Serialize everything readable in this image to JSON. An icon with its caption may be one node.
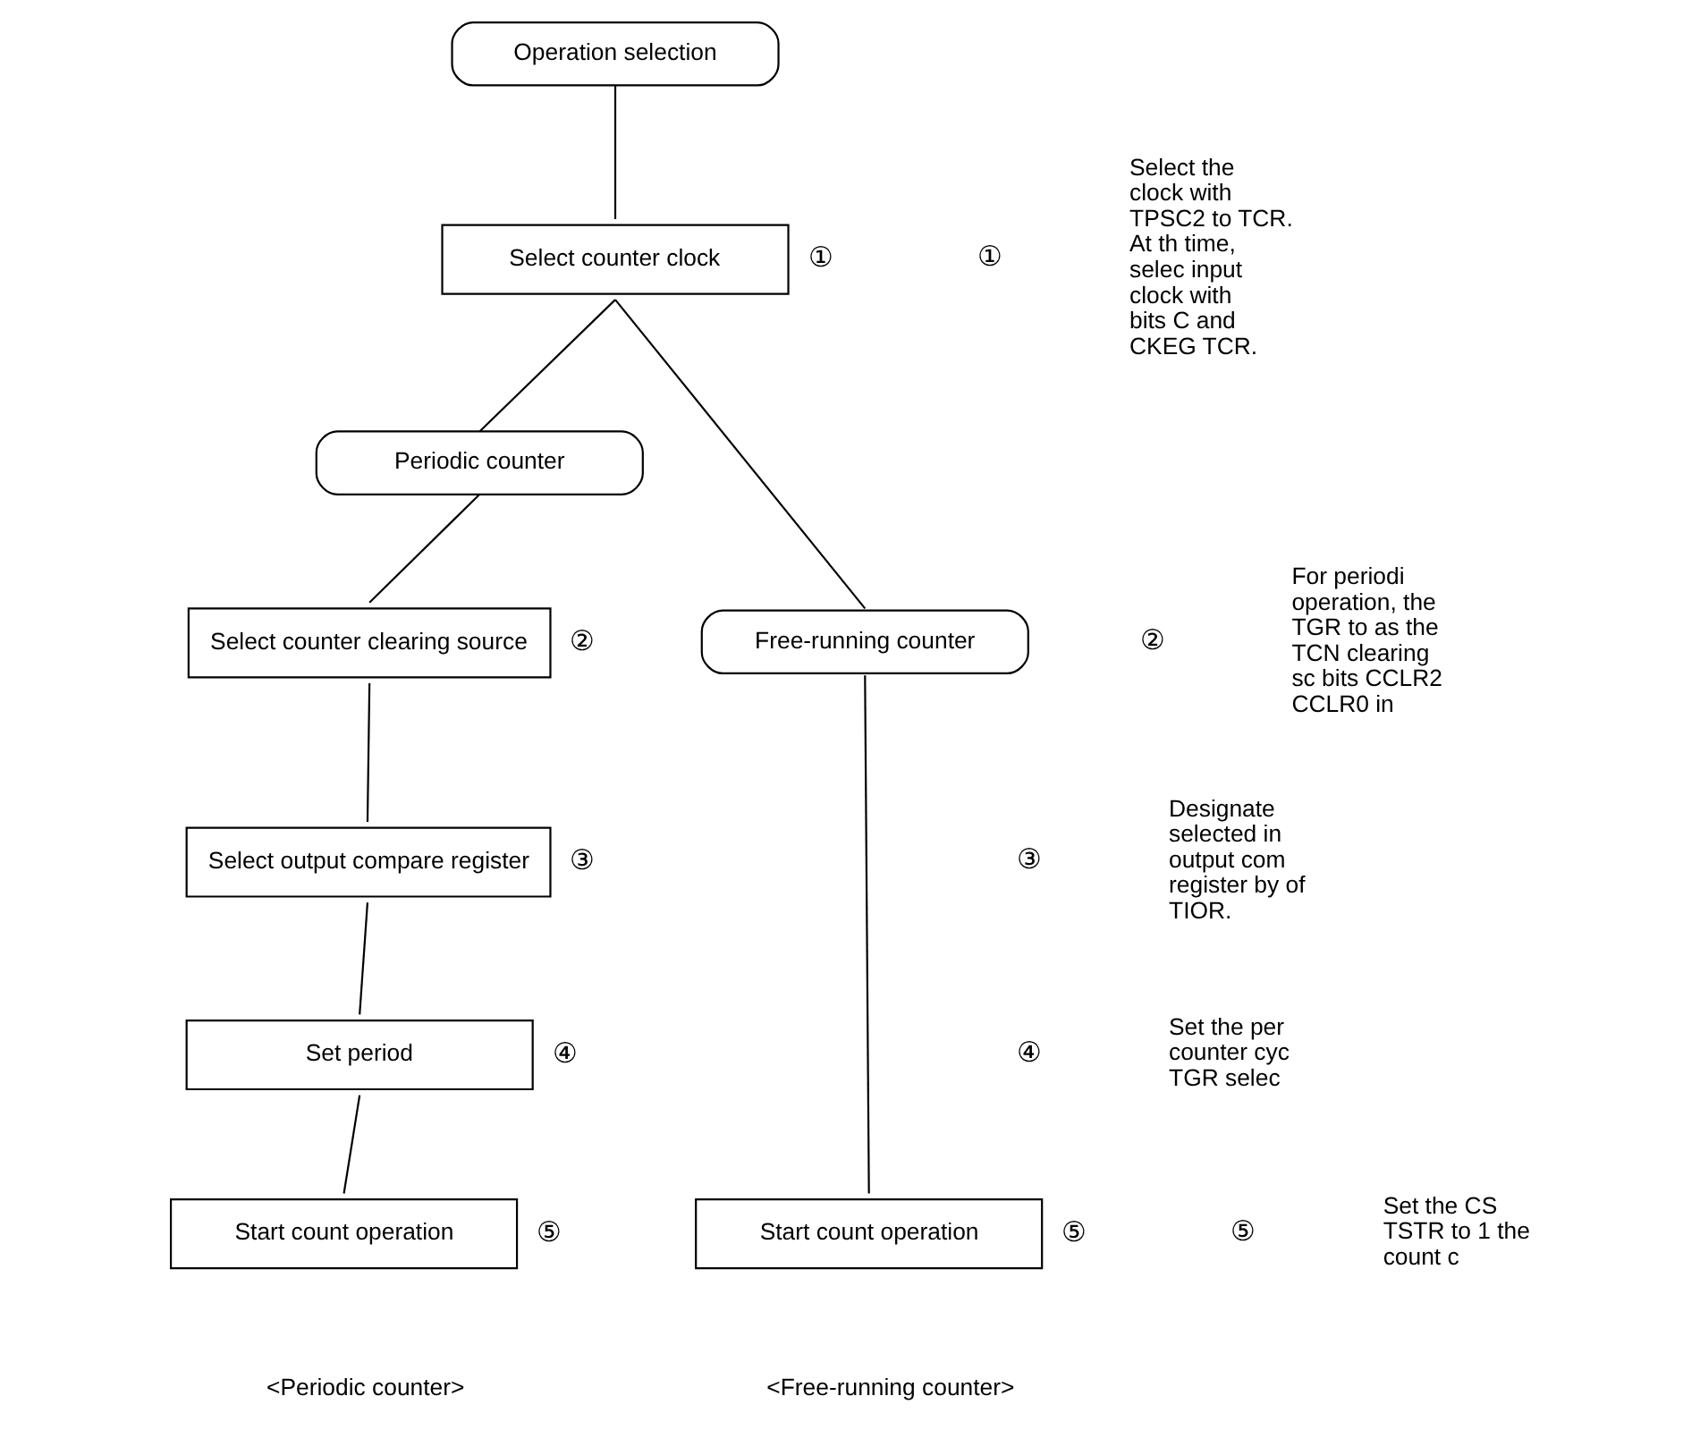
{
  "diagram": {
    "nodes": [
      {
        "text": [
          "Operation selection"
        ]
      },
      {
        "text": [
          "Select counter clock"
        ],
        "beside": [
          "①"
        ]
      },
      {
        "text": [
          "Periodic counter"
        ]
      },
      {
        "text": [
          "Free-running counter"
        ]
      },
      {
        "text": [
          "Select counter clearing source"
        ],
        "beside": [
          "②"
        ]
      },
      {
        "text": [
          "Select output compare register"
        ],
        "beside": [
          "③"
        ]
      },
      {
        "text": [
          "Set period"
        ],
        "beside": [
          "④"
        ]
      },
      {
        "text": [
          "Start count operation"
        ],
        "beside": [
          "⑤"
        ]
      },
      {
        "text": [
          "Start count operation"
        ],
        "beside": [
          "⑤"
        ]
      }
    ],
    "edges": [
      {
        "from": 0,
        "to": 1,
        "arrow": "none"
      },
      {
        "from": 1,
        "to": 2,
        "arrow": "none"
      },
      {
        "from": 1,
        "to": 3,
        "arrow": "none"
      },
      {
        "from": 2,
        "to": 4,
        "arrow": "none"
      },
      {
        "from": 4,
        "to": 5,
        "arrow": "none"
      },
      {
        "from": 5,
        "to": 6,
        "arrow": "none"
      },
      {
        "from": 6,
        "to": 8,
        "arrow": "none"
      },
      {
        "from": 3,
        "to": 7,
        "arrow": "none"
      }
    ],
    "labels": [
      "①",
      "Select the clock with TPSC2 to TCR. At th time, selec input clock with bits C and CKEG TCR.",
      "②",
      "For periodi operation, the TGR to as the TCN clearing sc bits CCLR2 CCLR0 in",
      "③",
      "Designate selected in output com register by of TIOR.",
      "④",
      "Set the per counter cyc TGR selec",
      "⑤",
      "Set the CS TSTR to 1 the count c",
      "<Periodic counter>",
      "<Free-running counter>"
    ]
  }
}
